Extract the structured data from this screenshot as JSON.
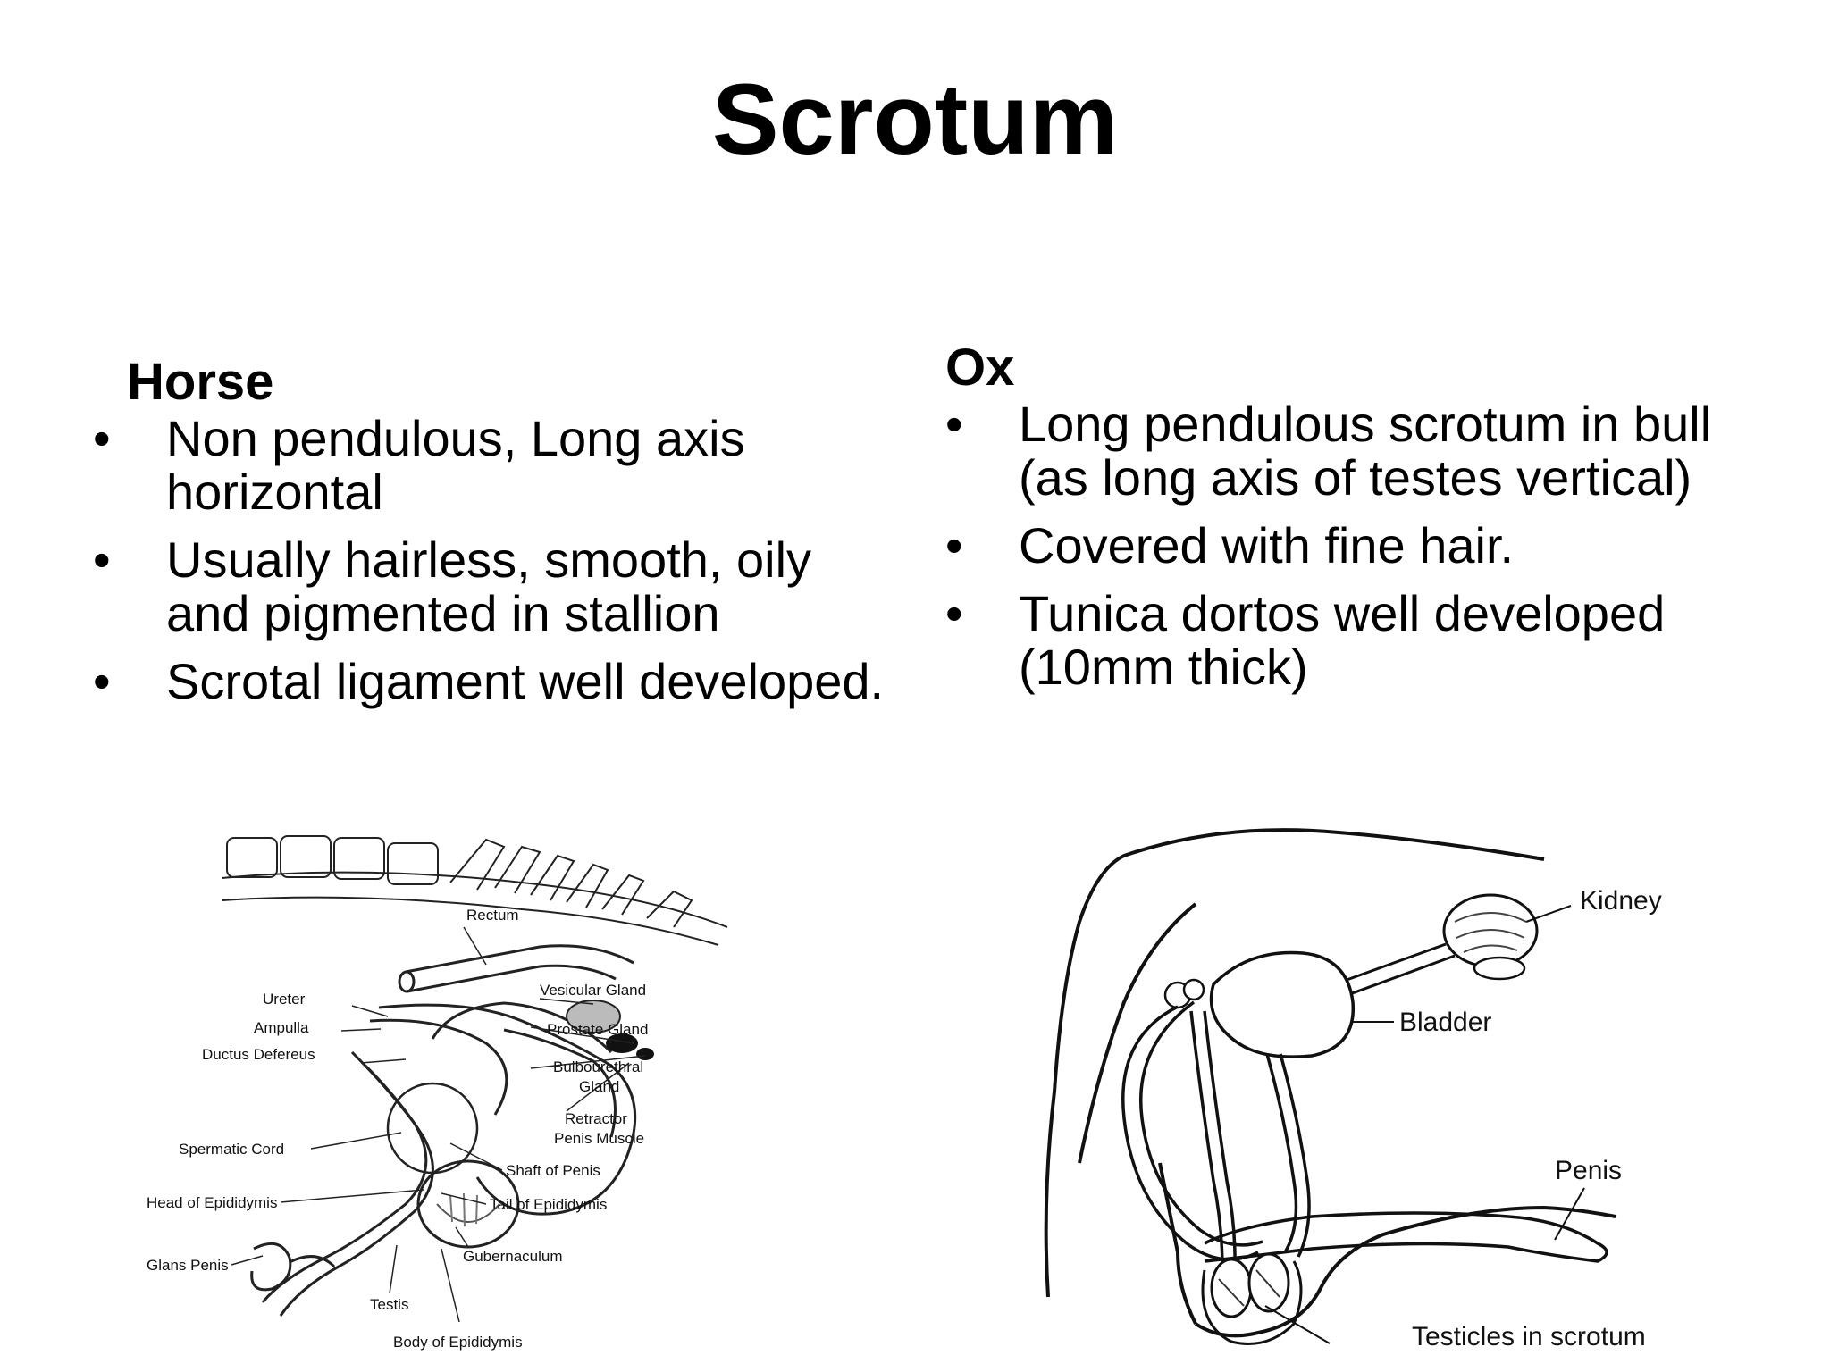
{
  "slide": {
    "title": "Scrotum"
  },
  "horse": {
    "heading": "Horse",
    "bullets": [
      "Non pendulous, Long axis horizontal",
      "Usually hairless, smooth, oily and pigmented in stallion",
      "Scrotal ligament well developed."
    ],
    "figure_labels": {
      "rectum": "Rectum",
      "vesicular_gland": "Vesicular Gland",
      "ureter": "Ureter",
      "ampulla": "Ampulla",
      "prostate_gland": "Prostate Gland",
      "ductus_defereus": "Ductus Defereus",
      "bulbourethral_line1": "Bulbourethral",
      "bulbourethral_line2": "Gland",
      "retractor_line1": "Retractor",
      "retractor_line2": "Penis Muscle",
      "spermatic_cord": "Spermatic Cord",
      "shaft_of_penis": "Shaft of Penis",
      "head_of_epididymis": "Head of Epididymis",
      "tail_of_epididymis": "Tail of Epididymis",
      "gubernaculum": "Gubernaculum",
      "glans_penis": "Glans Penis",
      "testis": "Testis",
      "body_of_epididymis": "Body of Epididymis"
    }
  },
  "ox": {
    "heading": "Ox",
    "bullets": [
      "Long pendulous scrotum in bull (as long axis of testes vertical)",
      "Covered with fine hair.",
      "Tunica dortos well developed (10mm thick)"
    ],
    "figure_labels": {
      "kidney": "Kidney",
      "bladder": "Bladder",
      "penis": "Penis",
      "testicles": "Testicles in scrotum"
    }
  },
  "bullet_glyph": "•"
}
